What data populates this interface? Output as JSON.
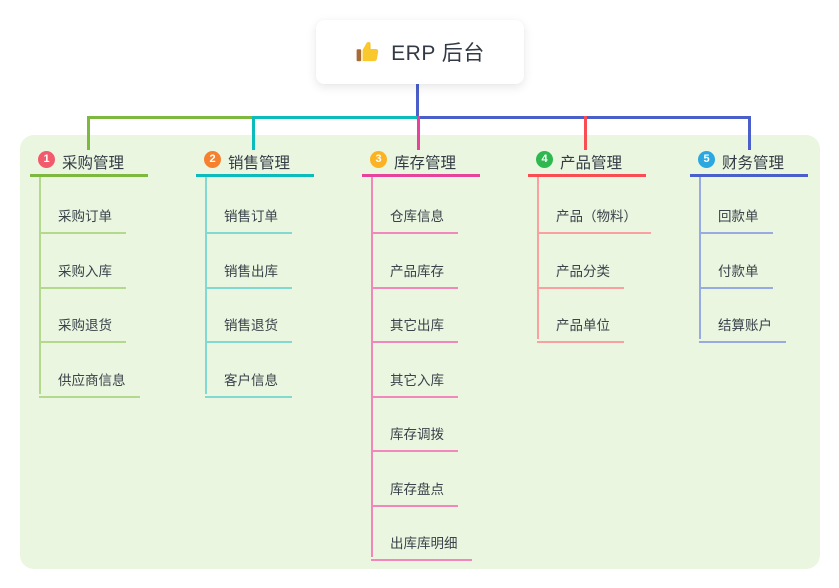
{
  "root": {
    "title": "ERP 后台",
    "icon": "thumbs-up-icon"
  },
  "connector_color": "#4a5fc9",
  "panel_color": "#eaf6e0",
  "branches": [
    {
      "badge": "1",
      "badge_color": "#f25b6b",
      "title": "采购管理",
      "color": "#7cb93e",
      "light_color": "#b3d98e",
      "children": [
        "采购订单",
        "采购入库",
        "采购退货",
        "供应商信息"
      ]
    },
    {
      "badge": "2",
      "badge_color": "#f5812f",
      "title": "销售管理",
      "color": "#0cbcbc",
      "light_color": "#82d9d2",
      "children": [
        "销售订单",
        "销售出库",
        "销售退货",
        "客户信息"
      ]
    },
    {
      "badge": "3",
      "badge_color": "#fbb324",
      "title": "库存管理",
      "color": "#e8439c",
      "light_color": "#f287bb",
      "children": [
        "仓库信息",
        "产品库存",
        "其它出库",
        "其它入库",
        "库存调拨",
        "库存盘点",
        "出库库明细"
      ]
    },
    {
      "badge": "4",
      "badge_color": "#2fb850",
      "title": "产品管理",
      "color": "#f94d53",
      "light_color": "#faa0a0",
      "children": [
        "产品（物料）",
        "产品分类",
        "产品单位"
      ]
    },
    {
      "badge": "5",
      "badge_color": "#2ca7e0",
      "title": "财务管理",
      "color": "#4a5fc9",
      "light_color": "#97aae2",
      "children": [
        "回款单",
        "付款单",
        "结算账户"
      ]
    }
  ]
}
